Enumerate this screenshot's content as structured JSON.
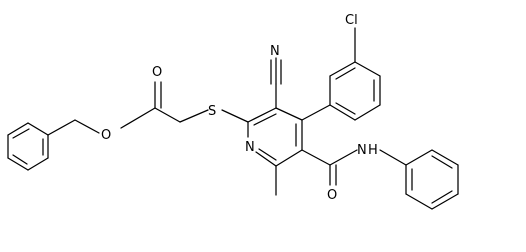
{
  "labels": {
    "o_carbonyl": "O",
    "o_ester": "O",
    "s": "S",
    "n_nitrile": "N",
    "cl": "Cl",
    "n_ring": "N",
    "nh": "N",
    "h": "H",
    "o_amide": "O"
  },
  "colors": {
    "ink": "#000000",
    "background": "#ffffff"
  }
}
